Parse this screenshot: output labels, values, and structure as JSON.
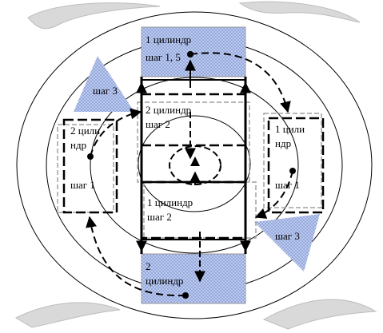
{
  "diagram": {
    "labels": {
      "top_block_line1": "1 цилиндр",
      "top_block_line2": "шаг 1, 5",
      "step3_top_left": "шаг 3",
      "center_upper_line1": "2 цилиндр",
      "center_upper_line2": "шаг 2",
      "left_block_line1": "2 цили",
      "left_block_line2": "ндр",
      "left_block_step": "шаг 1",
      "right_block_line1": "1 цили",
      "right_block_line2": "ндр",
      "right_block_step": "шаг 1",
      "center_lower_line1": "1 цилиндр",
      "center_lower_line2": "шаг 2",
      "step3_bottom_right": "шаг 3",
      "bottom_block_line1": "2",
      "bottom_block_line2": "цилиндр"
    },
    "colors": {
      "hatch_fill": "#b7c7ee",
      "hatch_line": "#6f86c9",
      "stroke": "#000000",
      "gray_outline": "#9a9a9a",
      "swoosh": "#d9d9d9"
    }
  }
}
